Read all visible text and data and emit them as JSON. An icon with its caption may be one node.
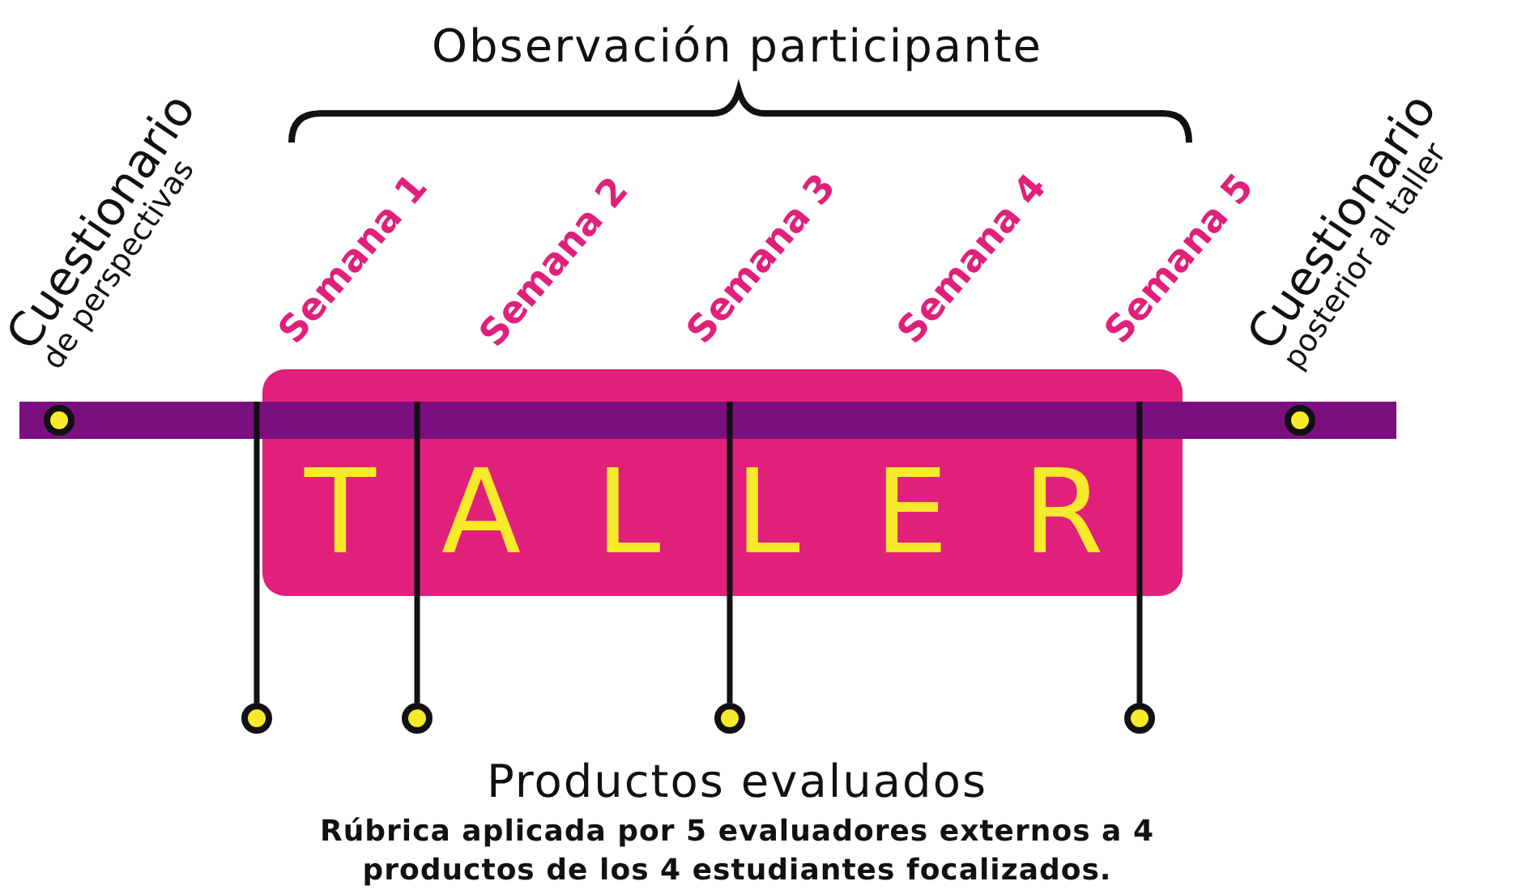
{
  "diagram": {
    "nodes": [
      {
        "text": [],
        "shape": "bar"
      },
      {
        "text": [],
        "shape": "circle",
        "in": 0,
        "beside": [
          "Cuestionario",
          "de perspectivas"
        ]
      },
      {
        "text": [
          "TALLER"
        ]
      },
      {
        "text": [],
        "shape": "bar"
      },
      {
        "text": [],
        "shape": "circle",
        "in": 3,
        "beside": [
          "Cuestionario",
          "posterior al taller"
        ]
      },
      {
        "text": [],
        "shape": "circle"
      },
      {
        "text": [],
        "shape": "circle"
      },
      {
        "text": [],
        "shape": "circle"
      },
      {
        "text": [],
        "shape": "circle"
      }
    ],
    "edges": [
      {
        "from": 5,
        "to": 0,
        "arrow": "none"
      },
      {
        "from": 6,
        "to": 2,
        "arrow": "none"
      },
      {
        "from": 7,
        "to": 2,
        "arrow": "none"
      },
      {
        "from": 8,
        "to": 2,
        "arrow": "none"
      }
    ],
    "labels": [
      "Observación participante",
      "Semana 1",
      "Semana 2",
      "Semana 3",
      "Semana 4",
      "Semana 5",
      "Productos evaluados",
      "Rúbrica aplicada por 5 evaluadores externos a 4 productos de los 4 estudiantes focalizados."
    ]
  }
}
